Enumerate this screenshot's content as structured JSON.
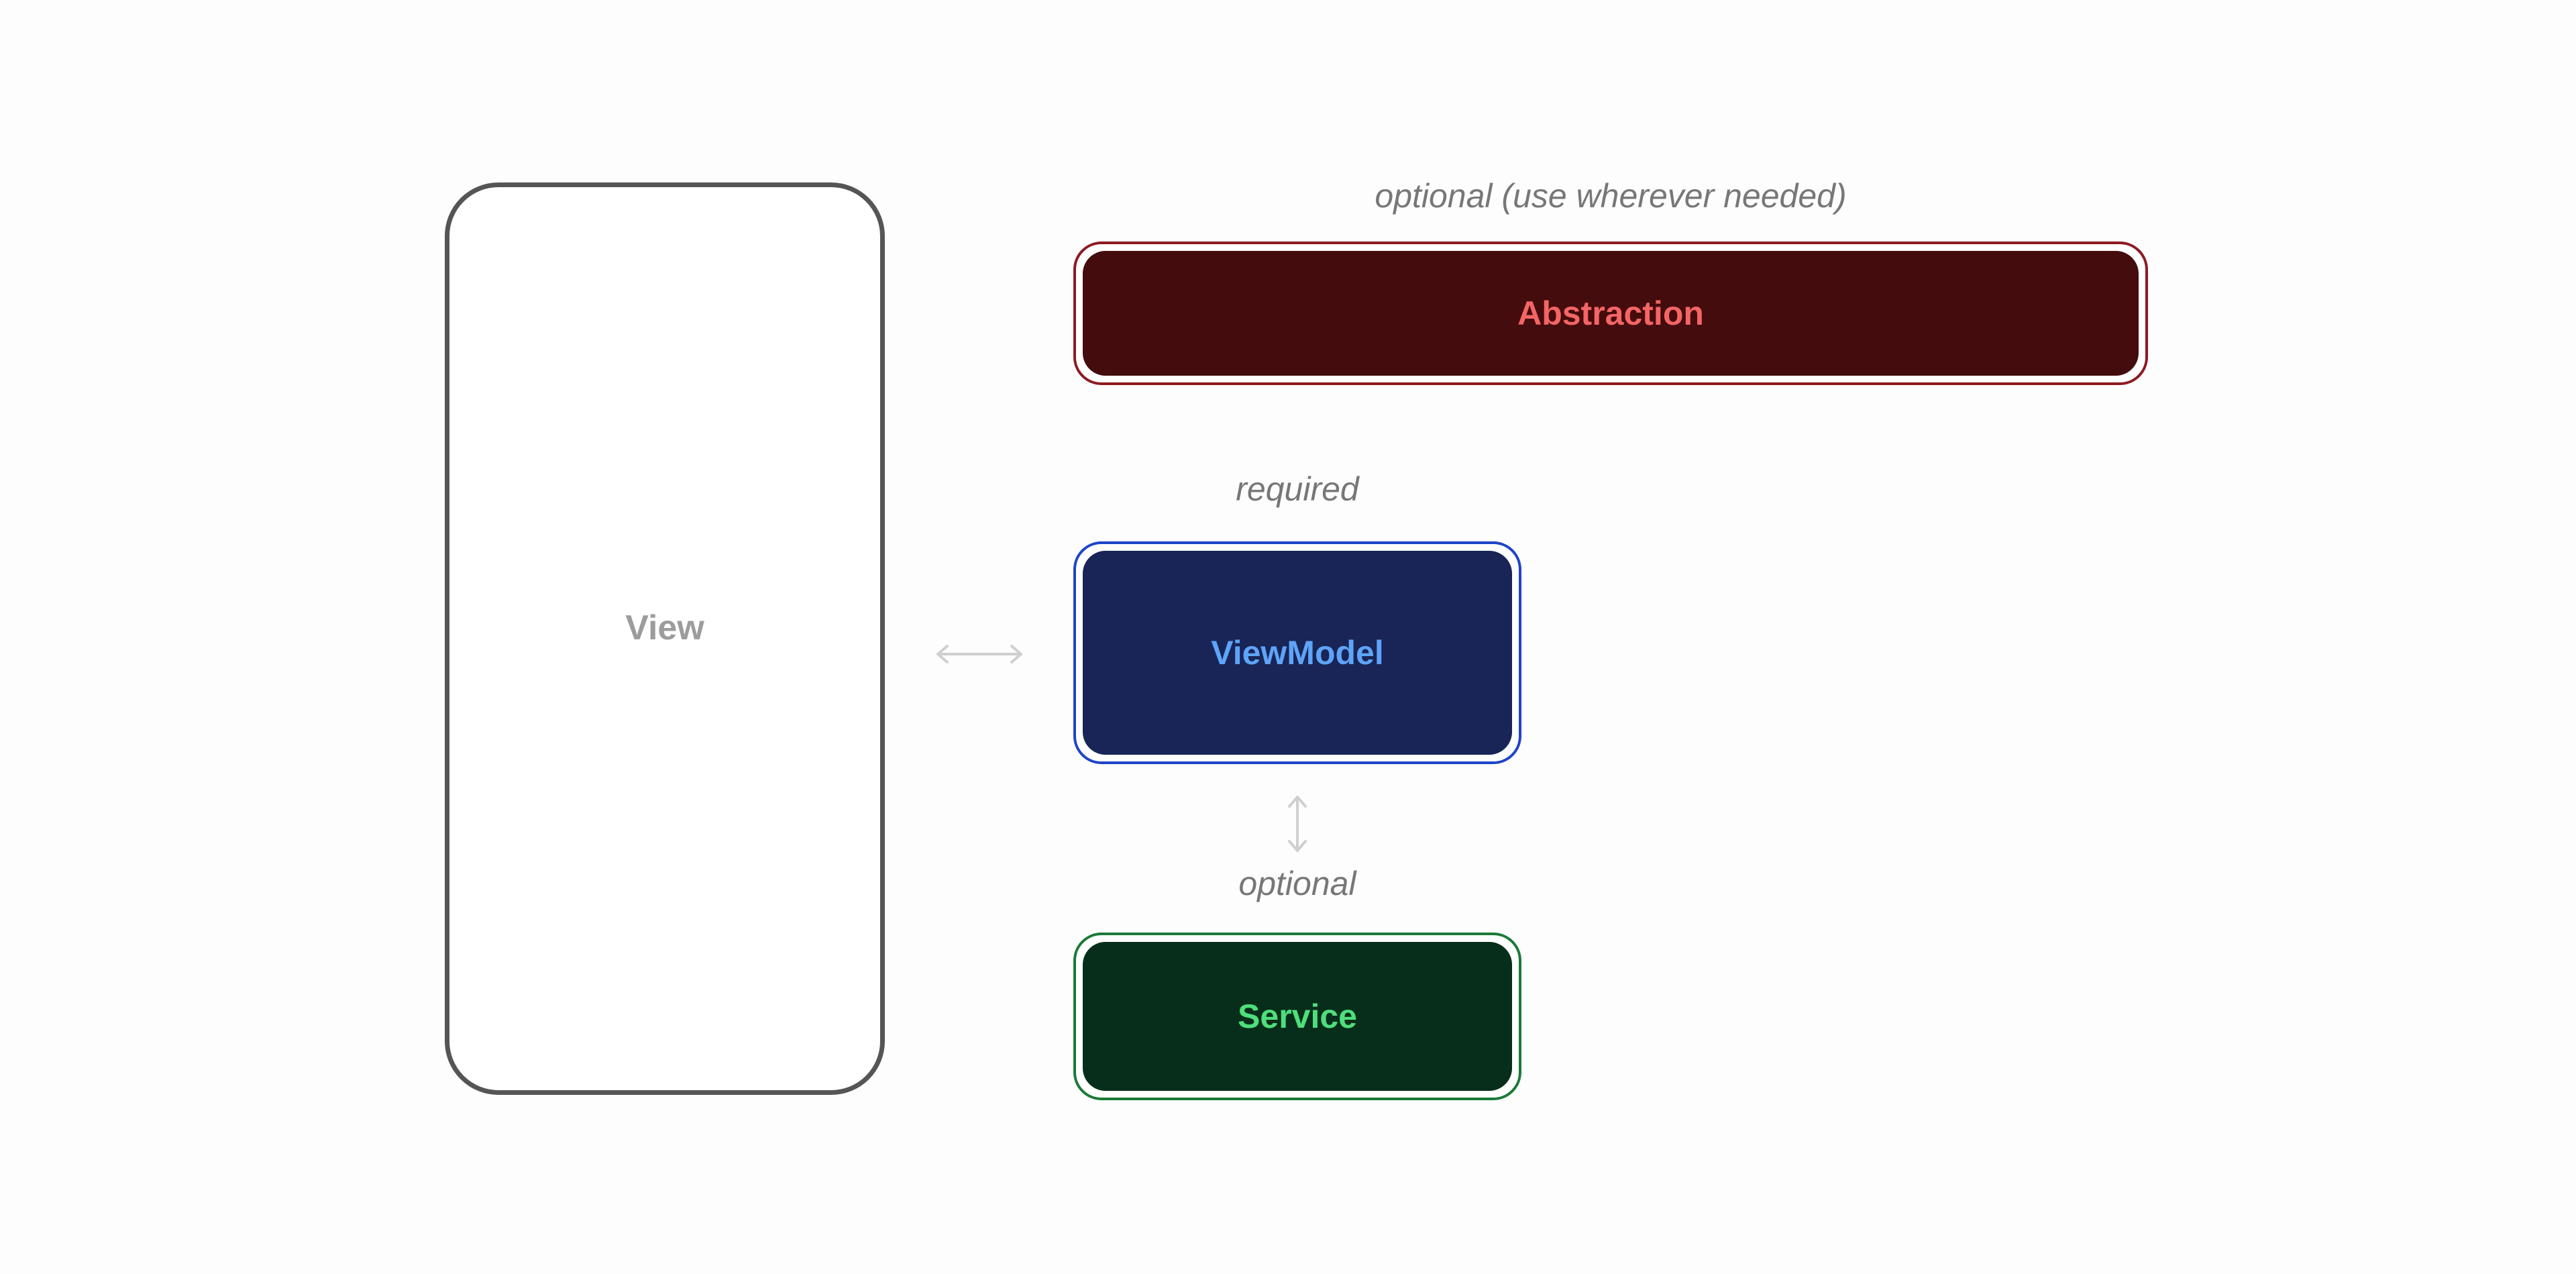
{
  "diagram": {
    "view": {
      "label": "View"
    },
    "abstraction": {
      "caption": "optional (use wherever needed)",
      "label": "Abstraction"
    },
    "viewmodel": {
      "caption": "required",
      "label": "ViewModel"
    },
    "service": {
      "caption": "optional",
      "label": "Service"
    },
    "colors": {
      "view_border": "#555555",
      "view_text": "#9c9c9c",
      "caption_text": "#777777",
      "abstraction_border": "#8e1a22",
      "abstraction_fill": "#450c0d",
      "abstraction_text": "#f46565",
      "viewmodel_border": "#1f44c8",
      "viewmodel_fill": "#182556",
      "viewmodel_text": "#5ea4f8",
      "service_border": "#1a7a37",
      "service_fill": "#072e1a",
      "service_text": "#4ede7c",
      "arrow": "#cfcfcf"
    }
  }
}
